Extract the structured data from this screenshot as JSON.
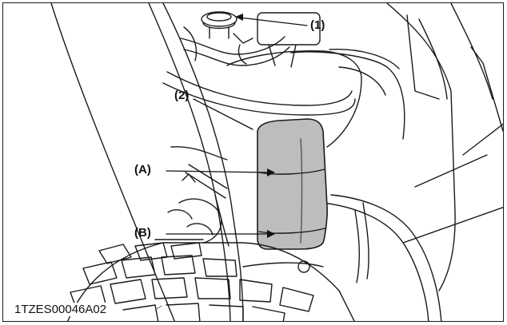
{
  "figure": {
    "figure_id": "1TZES00046A02",
    "callouts": {
      "c1": "(1)",
      "c2": "(2)",
      "cA": "(A)",
      "cB": "(B)"
    }
  },
  "colors": {
    "line": "#1a1a1a",
    "reservoir_fill": "#bdbdbd",
    "background": "#ffffff"
  }
}
